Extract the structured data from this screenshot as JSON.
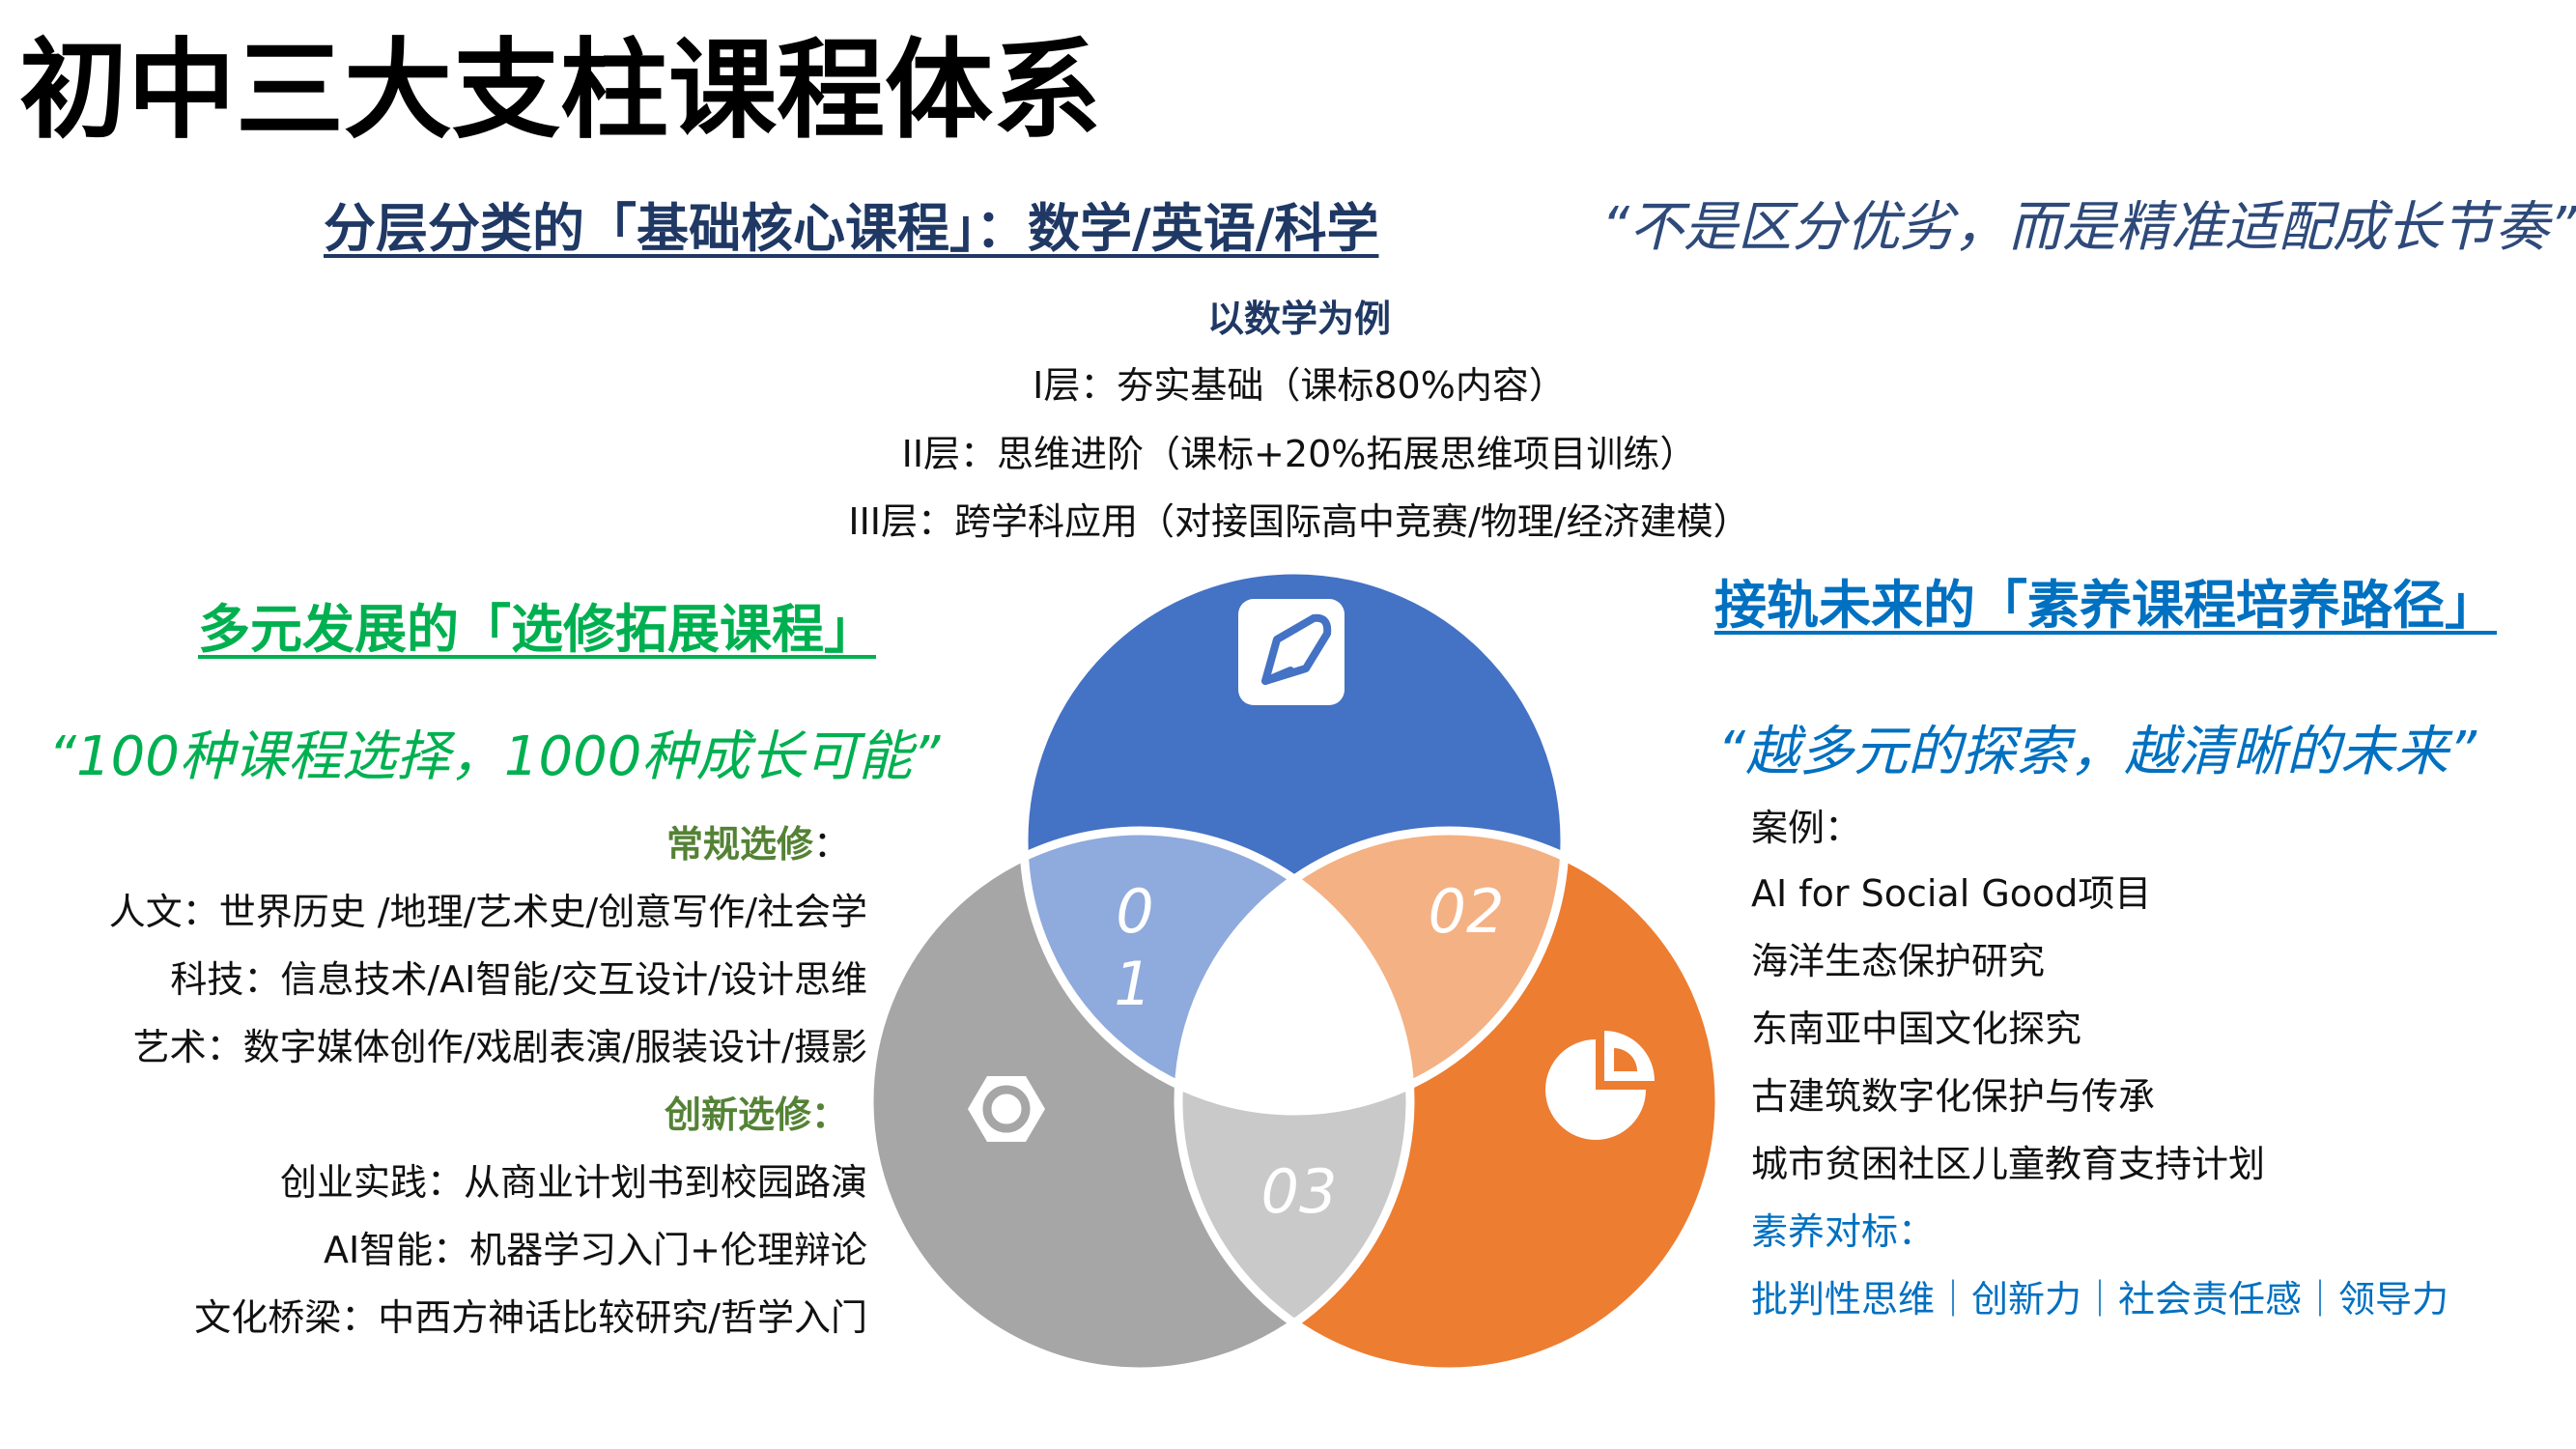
{
  "page": {
    "title": "初中三大支柱课程体系"
  },
  "colors": {
    "title_navy": "#1F3864",
    "quote_navy": "#2E4A7A",
    "green": "#00B050",
    "dark_green": "#548235",
    "blue": "#0070C0",
    "circle_blue": "#4472C4",
    "circle_gray": "#A6A6A6",
    "circle_orange": "#ED7D31",
    "overlap_blue": "#8FAADC",
    "overlap_orange": "#F4B183",
    "overlap_gray": "#C9C9C9"
  },
  "core": {
    "title": "分层分类的「基础核心课程」：数学/英语/科学",
    "quote": "“不是区分优劣，而是精准适配成长节奏”",
    "example_label": "以数学为例",
    "levels": [
      "I层：夯实基础（课标80%内容）",
      "II层：思维进阶（课标+20%拓展思维项目训练）",
      "III层：跨学科应用（对接国际高中竞赛/物理/经济建模）"
    ]
  },
  "elective": {
    "title": "多元发展的「选修拓展课程」",
    "quote": "“100种课程选择，1000种成长可能”",
    "regular_label": "常规选修",
    "regular_colon": "：",
    "regular_items": [
      "人文：世界历史 /地理/艺术史/创意写作/社会学",
      "科技：信息技术/AI智能/交互设计/设计思维",
      "艺术：数字媒体创作/戏剧表演/服装设计/摄影"
    ],
    "innovation_label": "创新选修：",
    "innovation_items": [
      "创业实践：从商业计划书到校园路演",
      "AI智能：机器学习入门+伦理辩论",
      "文化桥梁：中西方神话比较研究/哲学入门"
    ]
  },
  "literacy": {
    "title": "接轨未来的「素养课程培养路径」",
    "quote": "“越多元的探索，越清晰的未来”",
    "case_label": "案例：",
    "cases": [
      "AI for Social Good项目",
      "海洋生态保护研究",
      "东南亚中国文化探究",
      "古建筑数字化保护与传承",
      "城市贫困社区儿童教育支持计划"
    ],
    "benchmark_label": "素养对标：",
    "benchmarks": "批判性思维｜创新力｜社会责任感｜领导力"
  },
  "venn": {
    "labels": {
      "one_a": "0",
      "one_b": "1",
      "two": "02",
      "three": "03"
    },
    "icons": [
      "pencil-icon",
      "gear-icon",
      "pie-chart-icon"
    ]
  }
}
